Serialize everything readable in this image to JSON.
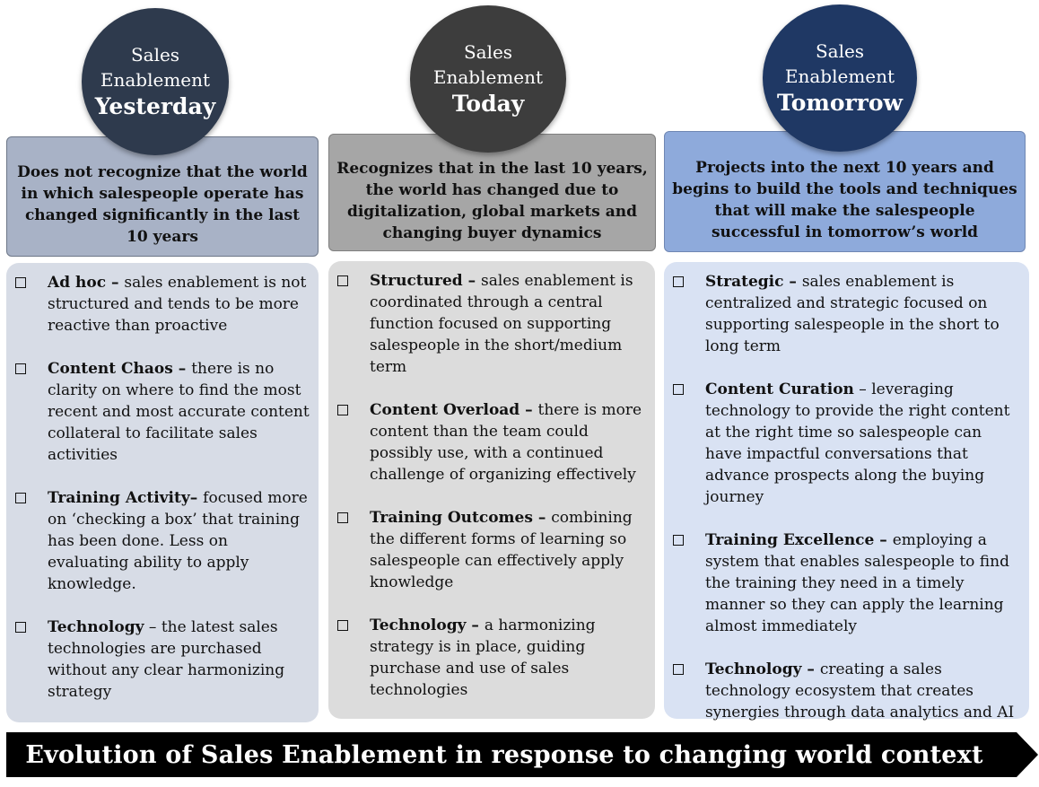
{
  "columns": [
    {
      "circle": {
        "line1": "Sales",
        "line2": "Enablement",
        "line3": "Yesterday"
      },
      "header": "Does not recognize that the world in which salespeople operate has changed significantly in the last 10 years",
      "items": [
        {
          "title": "Ad hoc",
          "sep": " – ",
          "text": "sales enablement is not structured and tends to be more reactive than proactive"
        },
        {
          "title": "Content Chaos",
          "sep": "  – ",
          "text": "there is no clarity on where to find the most recent and most accurate content collateral to facilitate sales activities"
        },
        {
          "title": "Training Activity",
          "sep": "– ",
          "text": "focused more on ‘checking a box’ that training has been done. Less on evaluating ability to apply knowledge."
        },
        {
          "title": "Technology",
          "sep": " – ",
          "text": "the latest sales technologies are purchased without any clear harmonizing strategy"
        }
      ]
    },
    {
      "circle": {
        "line1": "Sales",
        "line2": "Enablement",
        "line3": "Today"
      },
      "header": "Recognizes that in the last 10 years, the world has changed due to digitalization, global markets and changing buyer dynamics",
      "items": [
        {
          "title": "Structured",
          "sep": " – ",
          "text": "sales enablement is coordinated through a central function focused on supporting salespeople in the short/medium term"
        },
        {
          "title": "Content Overload",
          "sep": " – ",
          "text": "there is more content than the team could possibly use, with a continued challenge of organizing effectively"
        },
        {
          "title": "Training Outcomes",
          "sep": "  – ",
          "text": "combining the different forms of learning so salespeople can effectively apply knowledge"
        },
        {
          "title": "Technology",
          "sep": "  – ",
          "text": "a harmonizing strategy is in place, guiding purchase and use of sales technologies"
        }
      ]
    },
    {
      "circle": {
        "line1": "Sales",
        "line2": "Enablement",
        "line3": "Tomorrow"
      },
      "header": "Projects into the next 10 years and begins to build the tools and techniques that will make the salespeople successful in tomorrow’s world",
      "items": [
        {
          "title": "Strategic",
          "sep": " – ",
          "text": "sales enablement is centralized and strategic focused on supporting salespeople in the short to long term"
        },
        {
          "title": "Content Curation",
          "sep": " – ",
          "text": "leveraging technology to provide the right content at the right time so salespeople can have impactful conversations that advance prospects along the buying journey"
        },
        {
          "title": "Training Excellence",
          "sep": " – ",
          "text": "employing a system that enables salespeople to find the training they need in a timely manner so they can apply the learning almost immediately"
        },
        {
          "title": "Technology",
          "sep": " – ",
          "text": "creating a sales technology ecosystem that creates synergies through data analytics and AI"
        }
      ]
    }
  ],
  "banner": "Evolution of Sales Enablement in response to changing world context",
  "colors": {
    "col1_circle": "#2e3a4d",
    "col1_header": "#a8b2c6",
    "col1_body": "#d7dce6",
    "col2_circle": "#3d3d3d",
    "col2_header": "#a6a6a6",
    "col2_body": "#dcdcdc",
    "col3_circle": "#1f3864",
    "col3_header": "#8eaadb",
    "col3_body": "#d9e2f3",
    "banner": "#000000"
  }
}
